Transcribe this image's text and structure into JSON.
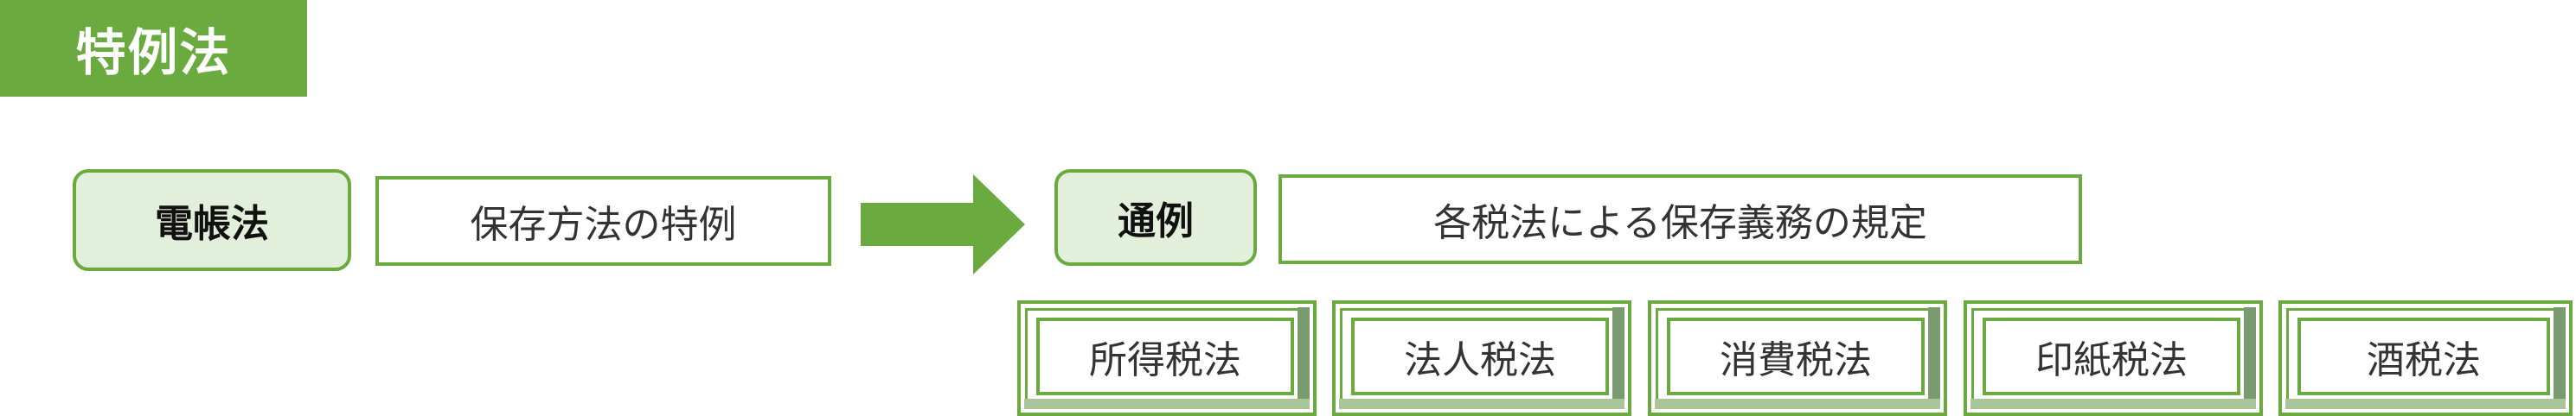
{
  "title": "特例法",
  "left_group": {
    "label": "電帳法",
    "description": "保存方法の特例"
  },
  "right_group": {
    "label": "通例",
    "description": "各税法による保存義務の規定"
  },
  "tax_laws": [
    "所得税法",
    "法人税法",
    "消費税法",
    "印紙税法",
    "酒税法"
  ],
  "colors": {
    "accent_green": "#6aaa3f",
    "light_green": "#e2efda"
  }
}
